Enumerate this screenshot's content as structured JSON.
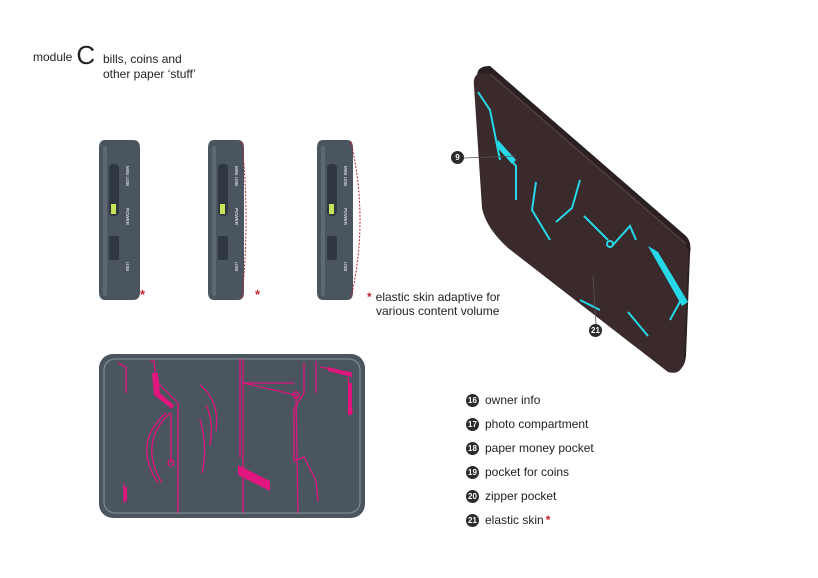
{
  "header": {
    "module_word": "module",
    "module_letter": "C",
    "subtitle_line1": "bills, coins and",
    "subtitle_line2": "other paper ‘stuff’"
  },
  "device_labels": {
    "mini_usb": "MINI USB",
    "power": "POWER",
    "usb": "USB"
  },
  "asterisk": "*",
  "note": {
    "line1": "elastic skin adaptive for",
    "line2": "various content volume"
  },
  "callouts": {
    "top": "9",
    "bottom": "21"
  },
  "legend": [
    {
      "num": "16",
      "label": "owner info"
    },
    {
      "num": "17",
      "label": "photo compartment"
    },
    {
      "num": "18",
      "label": "paper money pocket"
    },
    {
      "num": "19",
      "label": "pocket for coins"
    },
    {
      "num": "20",
      "label": "zipper pocket"
    },
    {
      "num": "21",
      "label": "elastic skin",
      "asterisk": "*"
    }
  ],
  "colors": {
    "device_body": "#4a5560",
    "led": "#c8e35a",
    "accent_magenta": "#e0157d",
    "accent_cyan": "#27d8e8",
    "wallet_body": "#3a2a2c",
    "elastic_red": "#c0262b"
  }
}
